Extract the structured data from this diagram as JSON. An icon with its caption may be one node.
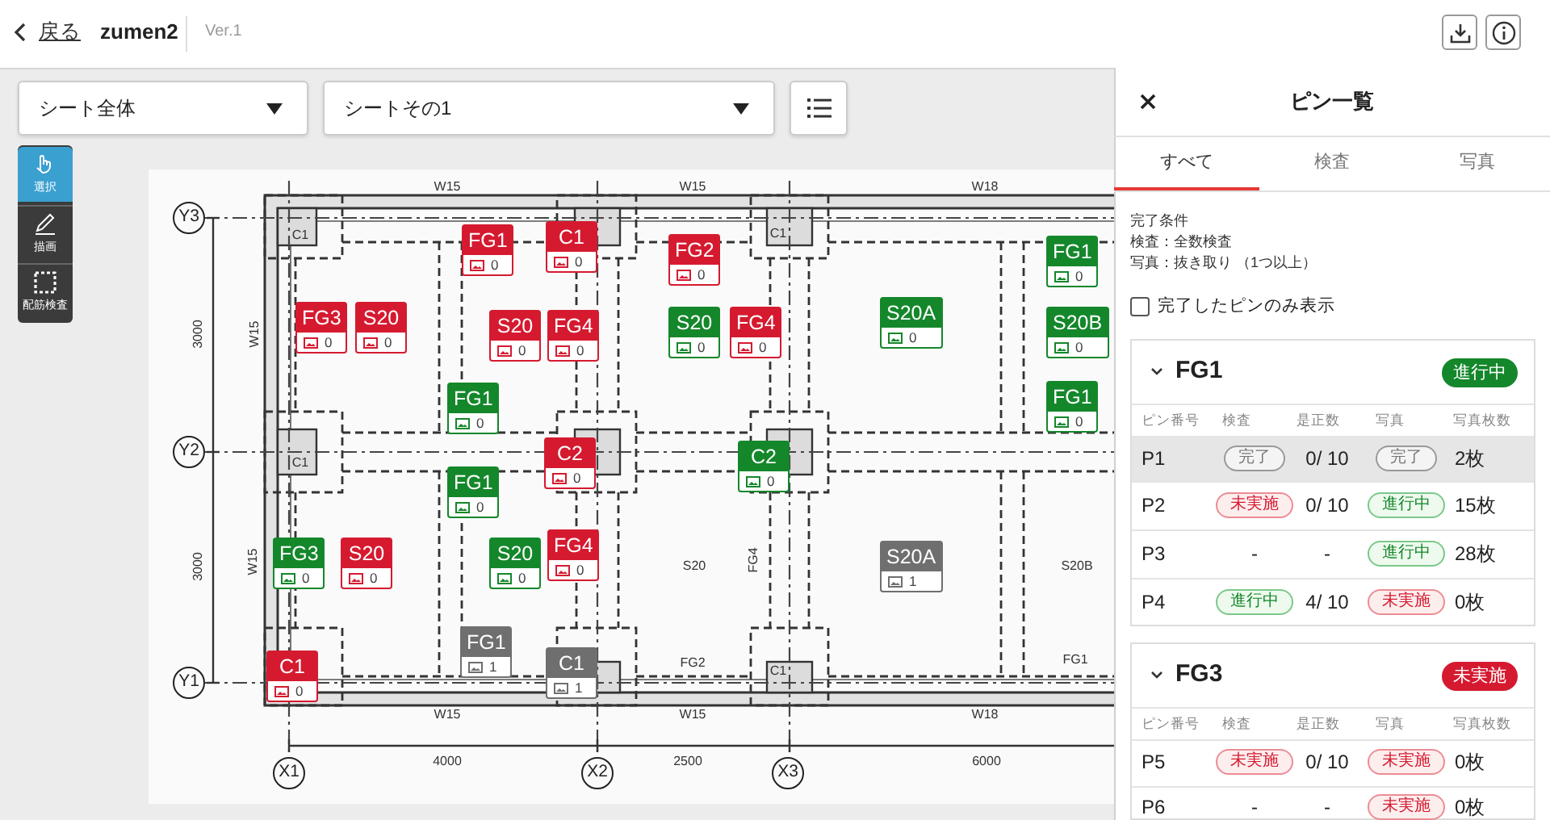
{
  "diagram": {
    "nodes": [
      {
        "text": [
          "FG1",
          "0"
        ]
      },
      {
        "text": [
          "C1",
          "0"
        ]
      },
      {
        "text": [
          "FG2",
          "0"
        ]
      },
      {
        "text": [
          "FG1",
          "0"
        ]
      },
      {
        "text": [
          "FG3",
          "0"
        ]
      },
      {
        "text": [
          "S20",
          "0"
        ]
      },
      {
        "text": [
          "S20A",
          "0"
        ]
      },
      {
        "text": [
          "S20",
          "0"
        ]
      },
      {
        "text": [
          "FG4",
          "0"
        ]
      },
      {
        "text": [
          "S20",
          "0"
        ]
      },
      {
        "text": [
          "FG4",
          "0"
        ]
      },
      {
        "text": [
          "S20B",
          "0"
        ]
      },
      {
        "text": [
          "FG1",
          "0"
        ]
      },
      {
        "text": [
          "FG1",
          "0"
        ]
      },
      {
        "text": [
          "C2",
          "0"
        ]
      },
      {
        "text": [
          "C2",
          "0"
        ]
      },
      {
        "text": [
          "FG1",
          "0"
        ]
      },
      {
        "text": [
          "FG4",
          "0"
        ]
      },
      {
        "text": [
          "FG3",
          "0"
        ]
      },
      {
        "text": [
          "S20",
          "0"
        ]
      },
      {
        "text": [
          "S20",
          "0"
        ]
      },
      {
        "text": [
          "S20A",
          "1"
        ]
      },
      {
        "text": [
          "FG1",
          "1"
        ]
      },
      {
        "text": [
          "C1",
          "1"
        ]
      },
      {
        "text": [
          "C1",
          "0"
        ]
      },
      {
        "text": [
          "Y3"
        ]
      },
      {
        "text": [
          "Y2"
        ]
      },
      {
        "text": [
          "Y1"
        ]
      },
      {
        "text": [
          "X1"
        ]
      },
      {
        "text": [
          "X2"
        ]
      },
      {
        "text": [
          "X3"
        ]
      },
      {
        "text": [
          "FG1",
          "進行中"
        ]
      },
      {
        "text": [
          "FG3",
          "未実施"
        ]
      }
    ],
    "labels": [
      "戻る",
      "zumen2",
      "Ver.1",
      "シート全体",
      "シートその1",
      "選択",
      "描画",
      "配筋検査",
      "W15",
      "W15",
      "W18",
      "C1",
      "C1",
      "3000",
      "W15",
      "C1",
      "S20",
      "FG4",
      "S20B",
      "3000",
      "W15",
      "FG2",
      "C1",
      "FG1",
      "W15",
      "W15",
      "W18",
      "4000",
      "2500",
      "6000",
      "ピン一覧",
      "すべて",
      "検査",
      "写真",
      "完了条件",
      "検査：全数検査",
      "写真：抜き取り （1つ以上）",
      "完了したピンのみ表示",
      "ピン番号",
      "検査",
      "是正数",
      "写真",
      "写真枚数",
      "P1",
      "完了",
      "0/ 10",
      "完了",
      "2枚",
      "P2",
      "未実施",
      "0/ 10",
      "進行中",
      "15枚",
      "P3",
      "-",
      "-",
      "進行中",
      "28枚",
      "P4",
      "進行中",
      "4/ 10",
      "未実施",
      "0枚",
      "ピン番号",
      "検査",
      "是正数",
      "写真",
      "写真枚数",
      "P5",
      "未実施",
      "0/ 10",
      "未実施",
      "0枚",
      "P6",
      "-",
      "-",
      "未実施",
      "0枚"
    ]
  }
}
